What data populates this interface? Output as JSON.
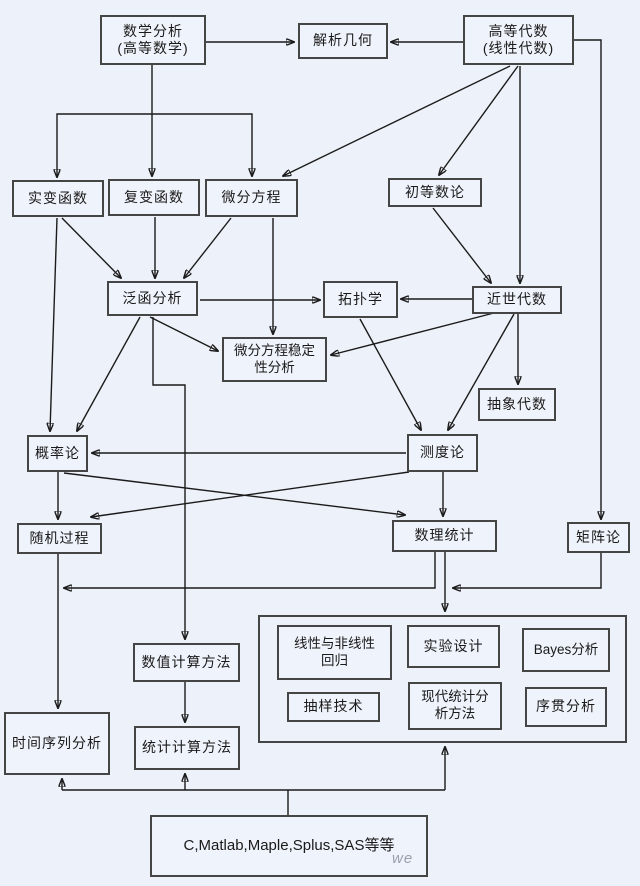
{
  "diagram": {
    "kind": "math-curriculum-dependency-flowchart",
    "colors": {
      "background": "#edf1f9",
      "line": "#1b1b1b",
      "box_border": "#454545",
      "text": "#1a1a1a"
    },
    "watermark": "we",
    "nodes": {
      "math_analysis": {
        "line1": "数学分析",
        "line2": "(高等数学)"
      },
      "analytic_geometry": {
        "label": "解析几何"
      },
      "advanced_algebra": {
        "line1": "高等代数",
        "line2": "(线性代数)"
      },
      "real_var": {
        "label": "实变函数"
      },
      "complex_var": {
        "label": "复变函数"
      },
      "ode": {
        "label": "微分方程"
      },
      "number_theory": {
        "label": "初等数论"
      },
      "functional": {
        "label": "泛函分析"
      },
      "topology": {
        "label": "拓扑学"
      },
      "modern_algebra": {
        "label": "近世代数"
      },
      "ode_stability": {
        "line1": "微分方程稳定",
        "line2": "性分析"
      },
      "abstract_algebra": {
        "label": "抽象代数"
      },
      "probability": {
        "label": "概率论"
      },
      "measure": {
        "label": "测度论"
      },
      "stochastic": {
        "label": "随机过程"
      },
      "math_stat": {
        "label": "数理统计"
      },
      "matrix": {
        "label": "矩阵论"
      },
      "numerical": {
        "label": "数值计算方法"
      },
      "time_series": {
        "label": "时间序列分析"
      },
      "stat_computing": {
        "label": "统计计算方法"
      },
      "regression": {
        "line1": "线性与非线性",
        "line2": "回归"
      },
      "doe": {
        "label": "实验设计"
      },
      "bayes": {
        "label": "Bayes分析"
      },
      "sampling": {
        "label": "抽样技术"
      },
      "modern_stat": {
        "line1": "现代统计分",
        "line2": "析方法"
      },
      "sequential": {
        "label": "序贯分析"
      },
      "software": {
        "label": "C,Matlab,Maple,Splus,SAS等等"
      }
    },
    "edges": [
      {
        "from": "math_analysis",
        "to": "analytic_geometry"
      },
      {
        "from": "advanced_algebra",
        "to": "analytic_geometry"
      },
      {
        "from": "math_analysis",
        "to": "real_var"
      },
      {
        "from": "math_analysis",
        "to": "complex_var"
      },
      {
        "from": "math_analysis",
        "to": "ode"
      },
      {
        "from": "advanced_algebra",
        "to": "ode"
      },
      {
        "from": "advanced_algebra",
        "to": "number_theory"
      },
      {
        "from": "advanced_algebra",
        "to": "modern_algebra"
      },
      {
        "from": "advanced_algebra",
        "to": "matrix"
      },
      {
        "from": "number_theory",
        "to": "modern_algebra"
      },
      {
        "from": "real_var",
        "to": "functional"
      },
      {
        "from": "complex_var",
        "to": "functional"
      },
      {
        "from": "ode",
        "to": "functional"
      },
      {
        "from": "ode",
        "to": "ode_stability"
      },
      {
        "from": "functional",
        "to": "topology"
      },
      {
        "from": "modern_algebra",
        "to": "topology"
      },
      {
        "from": "functional",
        "to": "ode_stability"
      },
      {
        "from": "modern_algebra",
        "to": "ode_stability"
      },
      {
        "from": "functional",
        "to": "probability"
      },
      {
        "from": "real_var",
        "to": "probability"
      },
      {
        "from": "functional",
        "to": "numerical"
      },
      {
        "from": "topology",
        "to": "measure"
      },
      {
        "from": "modern_algebra",
        "to": "measure"
      },
      {
        "from": "modern_algebra",
        "to": "abstract_algebra"
      },
      {
        "from": "measure",
        "to": "probability"
      },
      {
        "from": "probability",
        "to": "stochastic"
      },
      {
        "from": "probability",
        "to": "math_stat"
      },
      {
        "from": "measure",
        "to": "stochastic"
      },
      {
        "from": "measure",
        "to": "math_stat"
      },
      {
        "from": "math_stat",
        "to": "time_series"
      },
      {
        "from": "matrix",
        "to": "math_stat"
      },
      {
        "from": "stochastic",
        "to": "time_series"
      },
      {
        "from": "math_stat",
        "to": "stats_group"
      },
      {
        "from": "numerical",
        "to": "stat_computing"
      },
      {
        "from": "software",
        "to": "time_series"
      },
      {
        "from": "software",
        "to": "stat_computing"
      },
      {
        "from": "software",
        "to": "stats_group"
      }
    ]
  }
}
